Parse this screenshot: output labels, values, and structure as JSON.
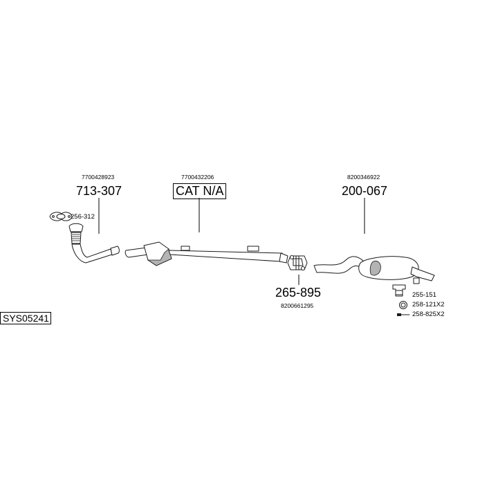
{
  "system_code": "SYS05241",
  "parts": [
    {
      "oe": "7700428923",
      "part_no": "713-307"
    },
    {
      "oe": "7700432206",
      "part_no": "CAT N/A"
    },
    {
      "oe": "8200346922",
      "part_no": "200-067"
    },
    {
      "oe": "8200661295",
      "part_no": "265-895"
    }
  ],
  "accessories": [
    "256-312",
    "255-151",
    "258-121X2",
    "258-825X2"
  ]
}
